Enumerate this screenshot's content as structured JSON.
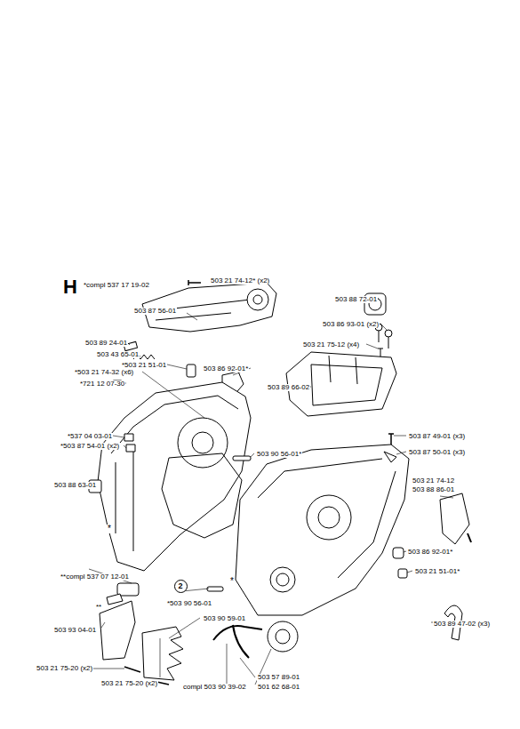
{
  "diagram": {
    "nodes": [
      {
        "text": [
          "2"
        ]
      }
    ],
    "labels": [
      "H",
      "*compl 537 17 19-02",
      "503 21 74-12* (x2)",
      "503 87 56-01",
      "503 88 72-01",
      "503 86 93-01 (x2)",
      "503 21 75-12 (x4)",
      "503 89 66-02",
      "503 89 24-01",
      "503 43 65-01",
      "*503 21 51-01",
      "*503 21 74-32 (x6)",
      "503 86 92-01*",
      "*721 12 07-30",
      "*537 04 03-01",
      "*503 87 54-01 (x2)",
      "503 90 56-01*",
      "503 87 49-01 (x3)",
      "503 87 50-01 (x3)",
      "503 88 63-01",
      "503 21 74-12",
      "503 88 86-01",
      "*",
      "503 86 92-01*",
      "503 21 51-01*",
      "**compl 537 07 12-01",
      "*",
      "**",
      "*503 90 56-01",
      "503 90 59-01",
      "503 93 04-01",
      "503 89 47-02 (x3)",
      "503 21 75-20 (x2)",
      "503 21 75-20 (x2)",
      "compl 503 90 39-02",
      "503 57 89-01",
      "501 62 68-01"
    ]
  }
}
